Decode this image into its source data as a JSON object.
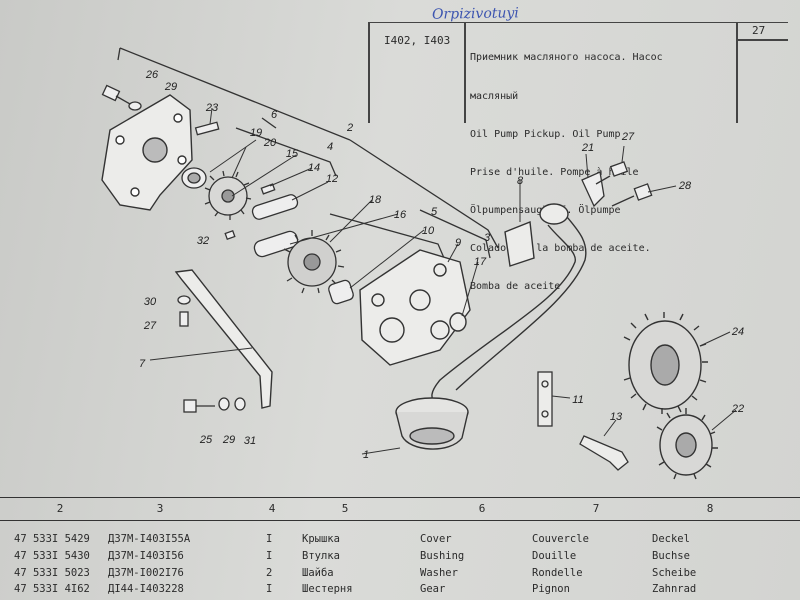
{
  "handwriting": "Orpizivotuyi",
  "header": {
    "models": "I402, I403",
    "page_number": "27",
    "title_lines": [
      "Приемник масляного насоса. Насос",
      "масляный",
      "Oil Pump Pickup. Oil Pump",
      "Prise d'huile. Pompe à huile",
      "Ölpumpensaugkopf. Ölpumpe",
      "Colador de la bomba de aceite.",
      "Bomba de aceite"
    ]
  },
  "callouts": [
    "1",
    "2",
    "3",
    "4",
    "5",
    "6",
    "7",
    "8",
    "9",
    "10",
    "11",
    "12",
    "13",
    "14",
    "15",
    "16",
    "17",
    "18",
    "19",
    "20",
    "21",
    "22",
    "23",
    "24",
    "25",
    "26",
    "27",
    "27",
    "28",
    "29",
    "29",
    "30",
    "31",
    "32"
  ],
  "columns": [
    "2",
    "3",
    "4",
    "5",
    "6",
    "7",
    "8"
  ],
  "table_rows": [
    {
      "part_no": "47 533I 5429",
      "designation": "Д37М-I403I55А",
      "qty": "I",
      "name_ru": "Крышка",
      "name_en": "Cover",
      "name_fr": "Couvercle",
      "name_de": "Deckel"
    },
    {
      "part_no": "47 533I 5430",
      "designation": "Д37М-I403I56",
      "qty": "I",
      "name_ru": "Втулка",
      "name_en": "Bushing",
      "name_fr": "Douille",
      "name_de": "Buchse"
    },
    {
      "part_no": "47 533I 5023",
      "designation": "Д37М-I002I76",
      "qty": "2",
      "name_ru": "Шайба",
      "name_en": "Washer",
      "name_fr": "Rondelle",
      "name_de": "Scheibe"
    },
    {
      "part_no": "47 533I 4I62",
      "designation": "ДI44-I403228",
      "qty": "I",
      "name_ru": "Шестерня",
      "name_en": "Gear",
      "name_fr": "Pignon",
      "name_de": "Zahnrad"
    }
  ]
}
